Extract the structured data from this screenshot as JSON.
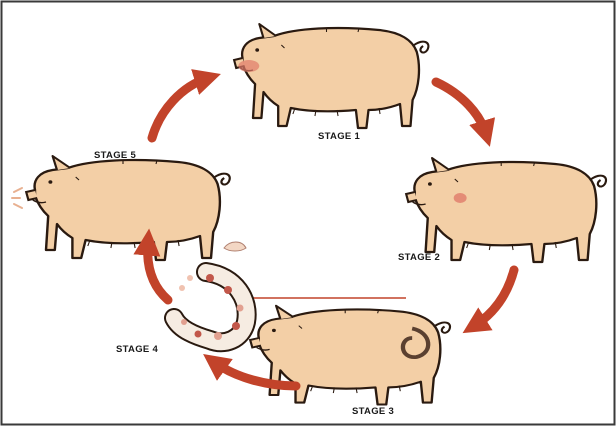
{
  "colors": {
    "pig_fill": "#f3cfa6",
    "pig_outline": "#2a1a10",
    "arrow": "#c2432a",
    "lesion": "#e07a6a",
    "frame": "#3a3a3a"
  },
  "stages": [
    {
      "id": "stage-1",
      "label": "STAGE 1"
    },
    {
      "id": "stage-2",
      "label": "STAGE 2"
    },
    {
      "id": "stage-3",
      "label": "STAGE 3"
    },
    {
      "id": "stage-4",
      "label": "STAGE 4"
    },
    {
      "id": "stage-5",
      "label": "STAGE 5"
    }
  ],
  "icons": {
    "pig": "pig-icon",
    "arrow": "cycle-arrow-icon",
    "intestine": "intestine-icon",
    "droppings": "droppings-icon"
  }
}
